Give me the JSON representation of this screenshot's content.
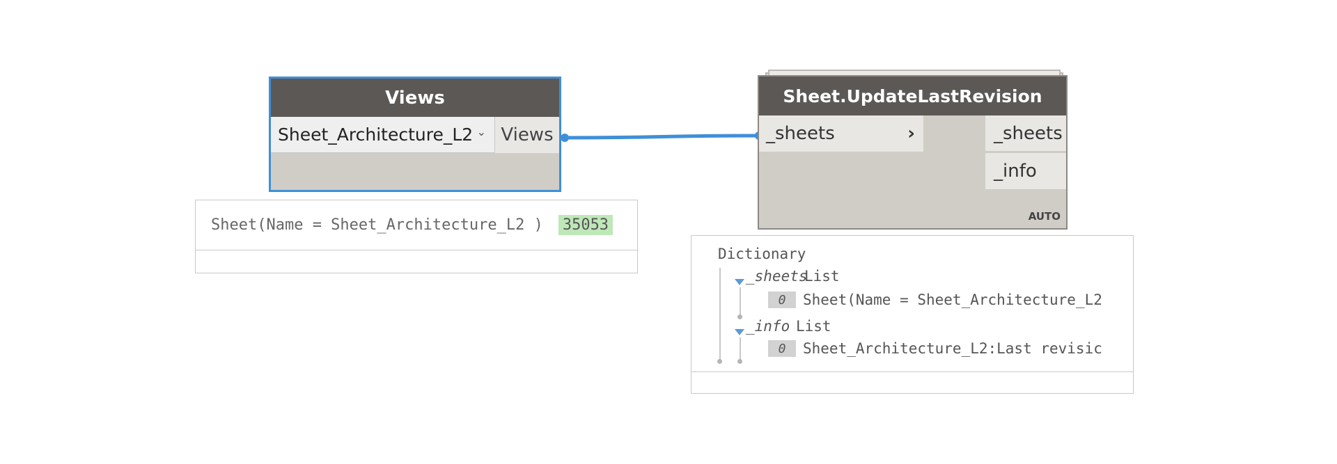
{
  "views_node": {
    "title": "Views",
    "dropdown_value": "Sheet_Architecture_L2",
    "output_port": "Views",
    "preview": {
      "value": "Sheet(Name = Sheet_Architecture_L2 )",
      "id": "35053"
    }
  },
  "update_node": {
    "title": "Sheet.UpdateLastRevision",
    "input_port": "_sheets",
    "output_ports": [
      "_sheets",
      "_info"
    ],
    "lacing": "AUTO"
  },
  "dict_preview": {
    "root": "Dictionary",
    "entries": [
      {
        "key": "_sheets",
        "type": "List",
        "items": [
          {
            "index": "0",
            "value": "Sheet(Name = Sheet_Architecture_L2"
          }
        ]
      },
      {
        "key": "_info",
        "type": "List",
        "items": [
          {
            "index": "0",
            "value": "Sheet_Architecture_L2:Last revisic"
          }
        ]
      }
    ]
  },
  "colors": {
    "selected_border": "#3f8fd8",
    "node_header": "#5b5856",
    "node_body": "#d0ccc6",
    "wire": "#3f8fd8",
    "id_highlight": "#bfe8b8"
  }
}
